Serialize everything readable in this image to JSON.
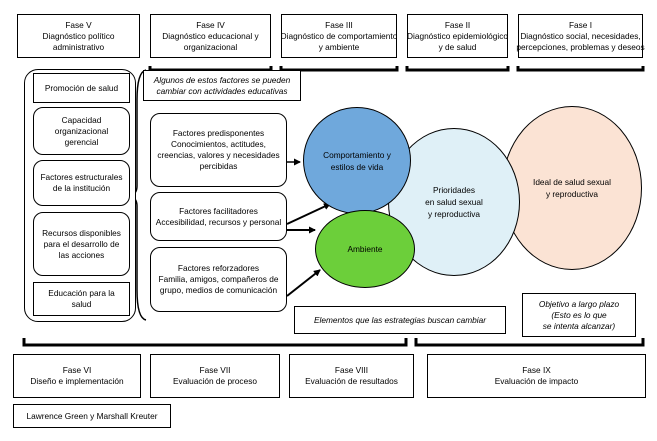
{
  "phases_top": [
    {
      "phase": "Fase V",
      "lines": [
        "Diagnóstico político",
        "administrativo"
      ]
    },
    {
      "phase": "Fase IV",
      "lines": [
        "Diagnóstico educacional y",
        "organizacional"
      ]
    },
    {
      "phase": "Fase III",
      "lines": [
        "Diagnóstico de comportamiento",
        "y ambiente"
      ]
    },
    {
      "phase": "Fase II",
      "lines": [
        "Diagnóstico epidemiológico",
        "y de salud"
      ]
    },
    {
      "phase": "Fase I",
      "lines": [
        "Diagnóstico social, necesidades,",
        "percepciones, problemas y deseos"
      ]
    }
  ],
  "left_items": {
    "promocion": [
      "Promoción de salud"
    ],
    "capacidad": [
      "Capacidad",
      "organizacional",
      "gerencial"
    ],
    "estructurales": [
      "Factores estructurales",
      "de la institución"
    ],
    "recursos": [
      "Recursos disponibles",
      "para el desarrollo de",
      "las acciones"
    ],
    "educacion": [
      "Educación para la",
      "salud"
    ]
  },
  "note_top": [
    "Algunos de estos factores se pueden",
    "cambiar con actividades educativas"
  ],
  "factors": {
    "predisponentes": [
      "Factores predisponentes",
      "Conocimientos, actitudes,",
      "creencias, valores y necesidades",
      "percibidas"
    ],
    "facilitadores": [
      "Factores facilitadores",
      "Accesibilidad, recursos y personal"
    ],
    "reforzadores": [
      "Factores reforzadores",
      "Familia, amigos, compañeros de",
      "grupo, medios de comunicación"
    ]
  },
  "circles": {
    "comportamiento": [
      "Comportamiento y",
      "estilos de vida"
    ],
    "ambiente": [
      "Ambiente"
    ],
    "prioridades": [
      "Prioridades",
      "en salud sexual",
      "y reproductiva"
    ],
    "ideal": [
      "Ideal de salud sexual",
      "y reproductiva"
    ]
  },
  "note_bottom": [
    "Elementos que las estrategias buscan cambiar"
  ],
  "objective": [
    "Objetivo a largo plazo",
    "(Esto es lo que",
    "se intenta alcanzar)"
  ],
  "phases_bottom": [
    {
      "phase": "Fase VI",
      "lines": [
        "Diseño e implementación"
      ]
    },
    {
      "phase": "Fase VII",
      "lines": [
        "Evaluación de proceso"
      ]
    },
    {
      "phase": "Fase VIII",
      "lines": [
        "Evaluación de resultados"
      ]
    },
    {
      "phase": "Fase IX",
      "lines": [
        "Evaluación de impacto"
      ]
    }
  ],
  "credit": [
    "Lawrence Green y Marshall Kreuter"
  ],
  "colors": {
    "comportamiento": "#6fa8dc",
    "ambiente": "#6ccf3a",
    "prioridades": "#dff0f7",
    "ideal": "#fbe3d4"
  }
}
